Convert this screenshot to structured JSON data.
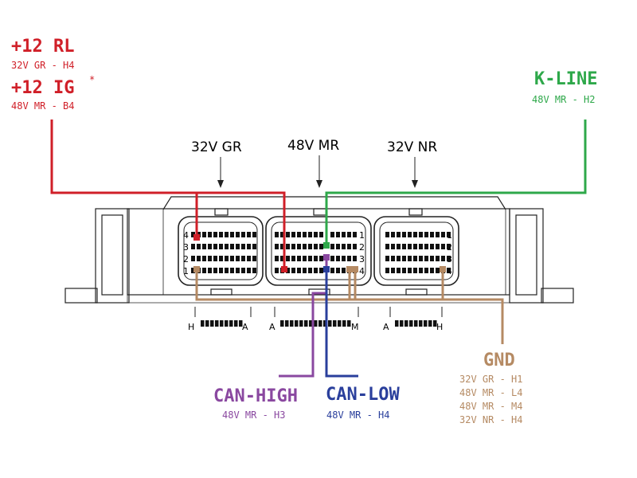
{
  "colors": {
    "rl": "#d01f28",
    "kline": "#2ea84a",
    "gnd": "#b58a63",
    "can_high": "#8a48a0",
    "can_low": "#2a3f9c",
    "outline": "#222222"
  },
  "power": {
    "rl_title": "+12 RL",
    "rl_sub": "32V GR - H4",
    "ig_title": "+12 IG",
    "ig_mark": "*",
    "ig_sub": "48V MR - B4"
  },
  "kline": {
    "title": "K-LINE",
    "sub": "48V MR - H2"
  },
  "connectors": [
    "32V GR",
    "48V MR",
    "32V NR"
  ],
  "pin_rows_left": [
    "4",
    "3",
    "2",
    "1"
  ],
  "pin_rows_mid": [
    "1",
    "2",
    "3",
    "4"
  ],
  "pin_rows_right": [
    "1",
    "2",
    "3",
    "4"
  ],
  "row_labels": {
    "left": [
      "H",
      "A"
    ],
    "mid": [
      "A",
      "M"
    ],
    "right": [
      "A",
      "H"
    ]
  },
  "gnd": {
    "title": "GND",
    "lines": [
      "32V GR - H1",
      "48V MR - L4",
      "48V MR - M4",
      "32V NR - H4"
    ]
  },
  "can_high": {
    "title": "CAN-HIGH",
    "sub": "48V MR - H3"
  },
  "can_low": {
    "title": "CAN-LOW",
    "sub": "48V MR - H4"
  }
}
